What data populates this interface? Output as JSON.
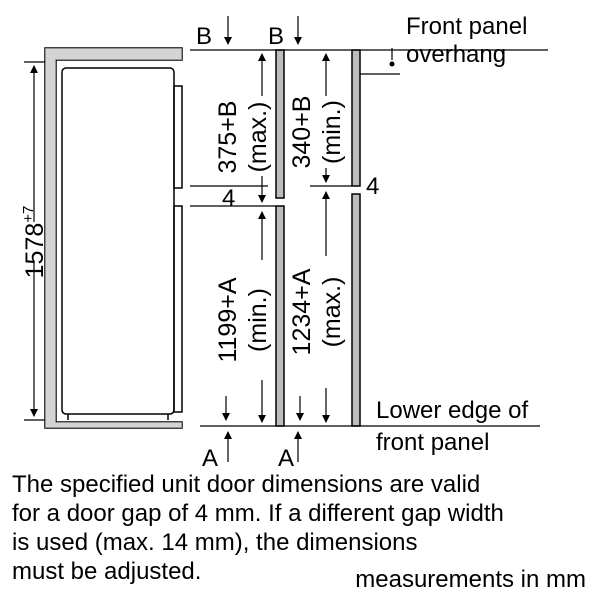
{
  "diagram": {
    "front_panel_label_1": "Front panel",
    "front_panel_label_2": "overhang",
    "lower_edge_label_1": "Lower edge of",
    "lower_edge_label_2": "front panel",
    "marker_b": "B",
    "marker_a": "A",
    "gap_value": "4",
    "height_main": "1578",
    "height_main_tolerance": "+7",
    "upper_door_max": "375+B",
    "upper_door_max_note": "(max.)",
    "upper_panel_min": "340+B",
    "upper_panel_min_note": "(min.)",
    "lower_door_min": "1199+A",
    "lower_door_min_note": "(min.)",
    "lower_panel_max": "1234+A",
    "lower_panel_max_note": "(max.)"
  },
  "footer": {
    "note_lines": [
      "The specified unit door dimensions are valid",
      "for a door gap of 4 mm. If a different gap width",
      "is used (max. 14 mm), the dimensions",
      "must be adjusted."
    ],
    "units": "measurements in mm"
  }
}
